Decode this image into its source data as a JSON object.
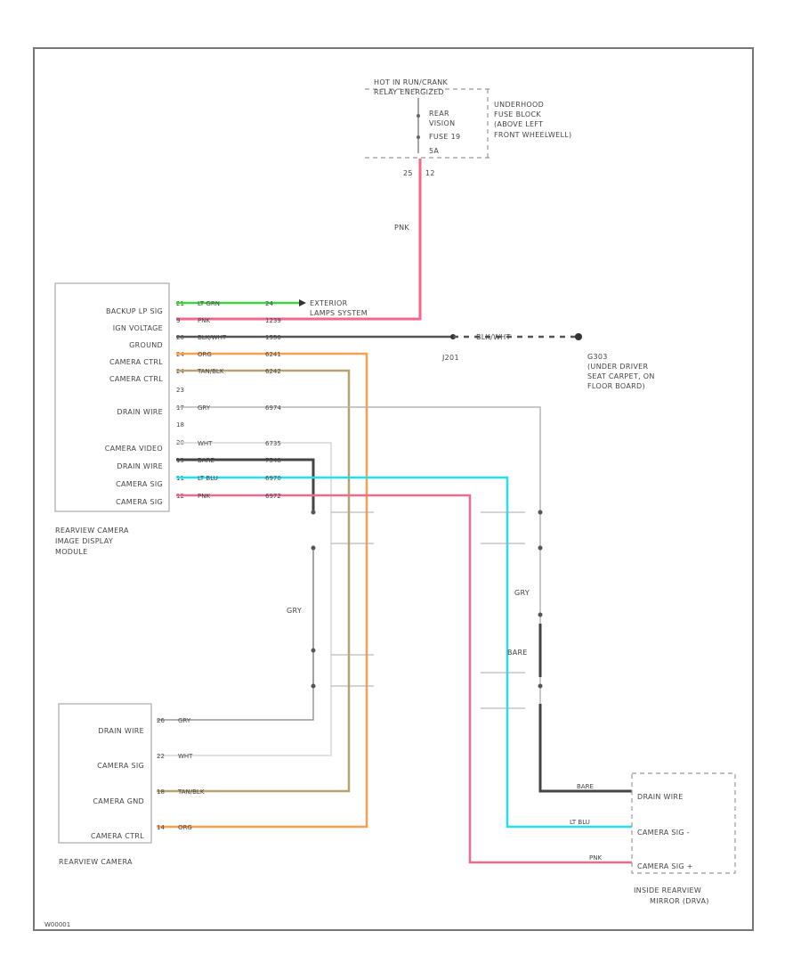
{
  "power": {
    "relay_line1": "HOT IN RUN/CRANK",
    "relay_line2": "RELAY ENERGIZED",
    "fuse_line1": "REAR",
    "fuse_line2": "VISION",
    "fuse_line3": "FUSE 19",
    "fuse_line4": "5A",
    "block_line1": "UNDERHOOD",
    "block_line2": "FUSE BLOCK",
    "block_line3": "(ABOVE LEFT",
    "block_line4": "FRONT WHEELWELL)",
    "pin_left": "25",
    "pin_right": "12",
    "wire_color": "PNK"
  },
  "module": {
    "name_line1": "REARVIEW CAMERA",
    "name_line2": "IMAGE DISPLAY",
    "name_line3": "MODULE",
    "pins": [
      {
        "label": "BACKUP LP SIG",
        "num": "21",
        "color": "LT GRN",
        "circuit": "24"
      },
      {
        "label": "IGN VOLTAGE",
        "num": "9",
        "color": "PNK",
        "circuit": "1239"
      },
      {
        "label": "GROUND",
        "num": "20",
        "color": "BLK/WHT",
        "circuit": "1550"
      },
      {
        "label": "CAMERA CTRL",
        "num": "24",
        "color": "ORG",
        "circuit": "6241"
      },
      {
        "label": "CAMERA CTRL",
        "num": "24",
        "color": "TAN/BLK",
        "circuit": "6242"
      },
      {
        "label": "",
        "num": "23",
        "color": "",
        "circuit": ""
      },
      {
        "label": "DRAIN WIRE",
        "num": "17",
        "color": "GRY",
        "circuit": "6974"
      },
      {
        "label": "",
        "num": "18",
        "color": "",
        "circuit": ""
      },
      {
        "label": "CAMERA VIDEO",
        "num": "20",
        "color": "WHT",
        "circuit": "6735"
      },
      {
        "label": "DRAIN WIRE",
        "num": "19",
        "color": "BARE",
        "circuit": "7548"
      },
      {
        "label": "CAMERA SIG",
        "num": "11",
        "color": "LT BLU",
        "circuit": "6970"
      },
      {
        "label": "CAMERA SIG",
        "num": "12",
        "color": "PNK",
        "circuit": "6972"
      }
    ]
  },
  "exterior": {
    "line1": "EXTERIOR",
    "line2": "LAMPS SYSTEM"
  },
  "ground": {
    "color": "BLK/WHT",
    "splice": "J201",
    "id": "G303",
    "line1": "(UNDER DRIVER",
    "line2": "SEAT CARPET, ON",
    "line3": "FLOOR BOARD)"
  },
  "shield_labels": {
    "gry": "GRY",
    "gry2": "GRY",
    "bare": "BARE"
  },
  "camera": {
    "name": "REARVIEW CAMERA",
    "pins": [
      {
        "label": "DRAIN WIRE",
        "num": "26",
        "color": "GRY"
      },
      {
        "label": "CAMERA SIG",
        "num": "22",
        "color": "WHT"
      },
      {
        "label": "CAMERA GND",
        "num": "18",
        "color": "TAN/BLK"
      },
      {
        "label": "CAMERA CTRL",
        "num": "14",
        "color": "ORG"
      }
    ]
  },
  "mirror": {
    "name_line1": "INSIDE REARVIEW",
    "name_line2": "MIRROR (DRVA)",
    "pins": [
      {
        "label": "DRAIN WIRE",
        "color": "BARE"
      },
      {
        "label": "CAMERA SIG -",
        "color": "LT BLU"
      },
      {
        "label": "CAMERA SIG +",
        "color": "PNK"
      }
    ]
  },
  "footer": {
    "code": "W00001"
  },
  "wire_colors": {
    "pink": "#f06a8e",
    "green": "#3fd43f",
    "black": "#555555",
    "orange": "#f7a050",
    "tan": "#b8a270",
    "gray": "#b5b5b5",
    "white": "#d5d5d5",
    "bare": "#444444",
    "cyan": "#22e0f0"
  }
}
